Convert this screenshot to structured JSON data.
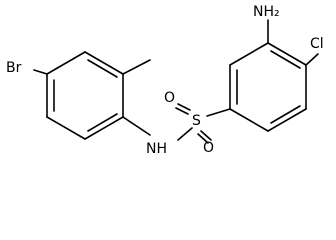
{
  "atom_labels": {
    "bromine": "Br",
    "amine_nh": "NH",
    "sulfur": "S",
    "oxygen_top": "O",
    "oxygen_bottom": "O",
    "amino": "NH₂",
    "chlorine": "Cl"
  }
}
